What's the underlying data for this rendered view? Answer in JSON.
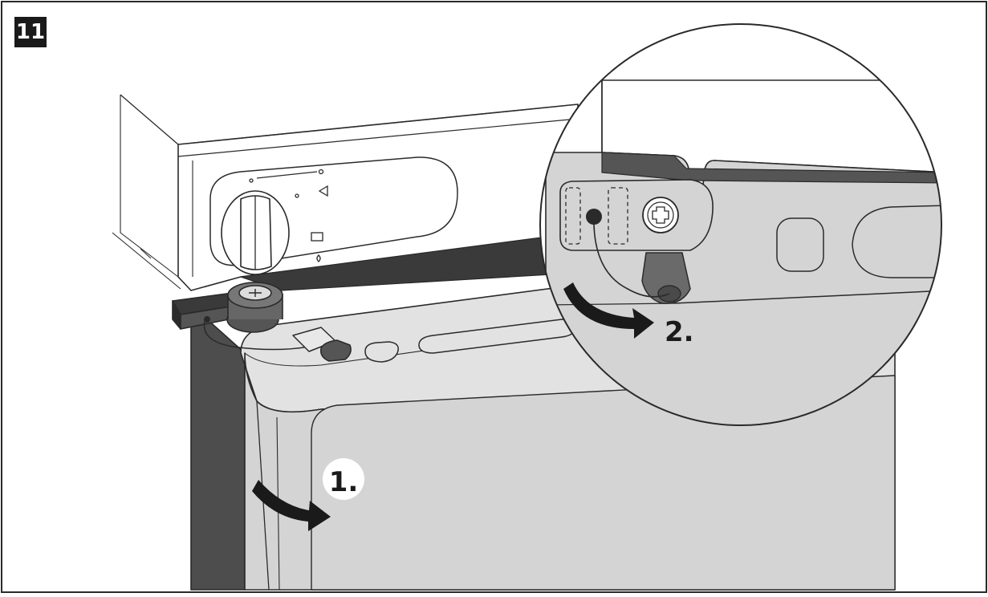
{
  "figure": {
    "step_number": "11",
    "steps": [
      {
        "label": "1."
      },
      {
        "label": "2."
      }
    ],
    "colors": {
      "stroke": "#2a2a2a",
      "door_gray": "#d4d4d4",
      "dark_gray": "#4d4d4d",
      "detail_gray": "#e2e2e2",
      "badge": "#1a1a1a"
    },
    "icons": {
      "screw": "phillips-screw-icon",
      "arrow_1": "curved-arrow-icon",
      "arrow_2": "curved-arrow-icon"
    }
  }
}
